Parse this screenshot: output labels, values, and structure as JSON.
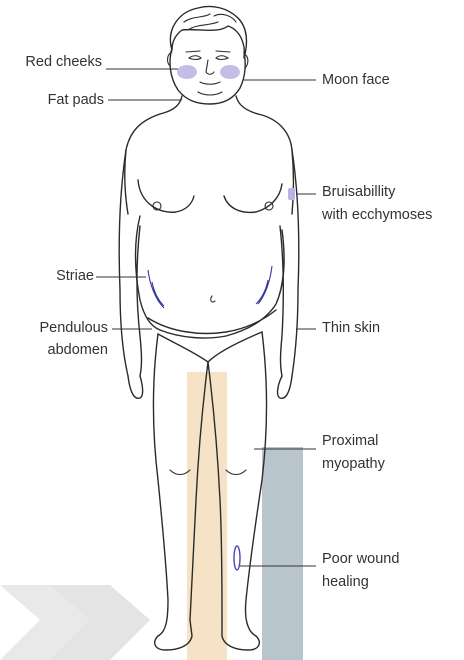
{
  "figure": {
    "labels": {
      "red_cheeks": "Red cheeks",
      "moon_face": "Moon face",
      "fat_pads": "Fat pads",
      "bruisability_line1": "Bruisabillity",
      "bruisability_line2": "with ecchymoses",
      "striae": "Striae",
      "pendulous_line1": "Pendulous",
      "pendulous_line2": "abdomen",
      "thin_skin": "Thin skin",
      "proximal_line1": "Proximal",
      "proximal_line2": "myopathy",
      "poor_wound_line1": "Poor wound",
      "poor_wound_line2": "healing"
    }
  },
  "colors": {
    "text": "#333333",
    "outline": "#2b2b2b",
    "cheek_blush": "#b9b2e4",
    "bruise": "#b9b2e4",
    "striae": "#3a3a9a",
    "wound": "#4a45b8",
    "left_leg_band": "#f6e3c6",
    "right_leg_band": "#b9c5cc",
    "watermark_chevron": "#e6e6e6"
  }
}
